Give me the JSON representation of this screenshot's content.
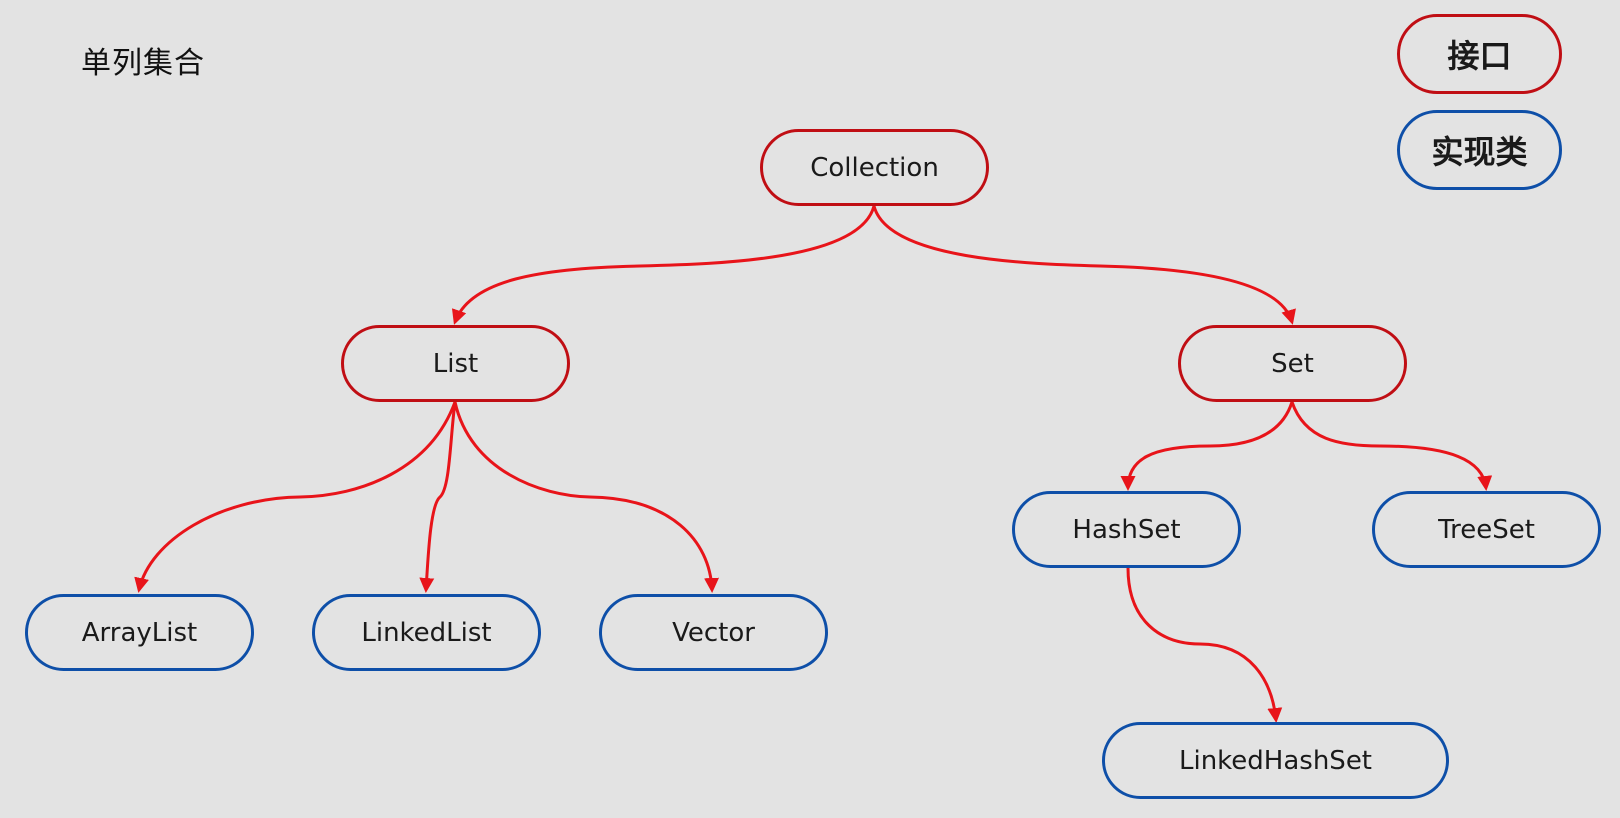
{
  "title": "单列集合",
  "legend": {
    "interface": "接口",
    "implementation": "实现类"
  },
  "nodes": {
    "collection": "Collection",
    "list": "List",
    "set": "Set",
    "arraylist": "ArrayList",
    "linkedlist": "LinkedList",
    "vector": "Vector",
    "hashset": "HashSet",
    "treeset": "TreeSet",
    "linkedhashset": "LinkedHashSet"
  },
  "colors": {
    "interface": "#c00e14",
    "implementation": "#0e4fa8",
    "edge": "#e8141a",
    "background": "#e3e3e3"
  }
}
